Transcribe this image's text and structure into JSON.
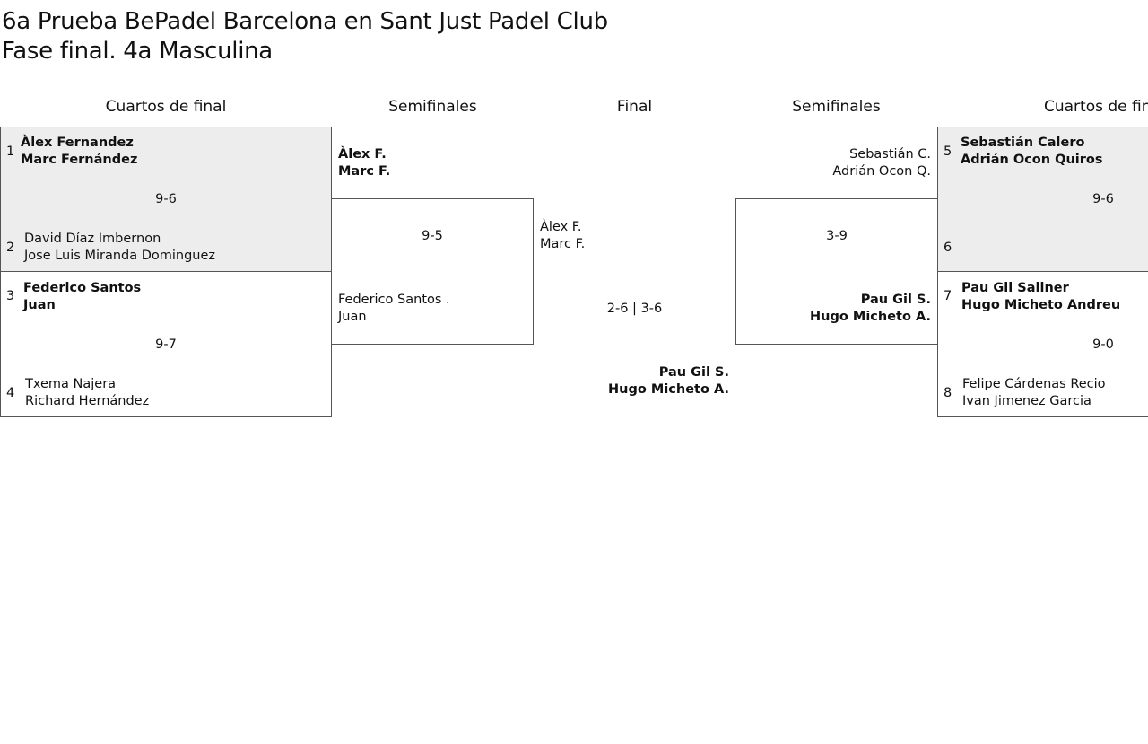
{
  "title": {
    "line1": "6a Prueba BePadel Barcelona en Sant Just Padel Club",
    "line2": "Fase final. 4a Masculina"
  },
  "headers": {
    "left_quarters": "Cuartos de final",
    "left_semis": "Semifinales",
    "final": "Final",
    "right_semis": "Semifinales",
    "right_quarters": "Cuartos de final"
  },
  "left_quarters": {
    "match1": {
      "score": "9-6",
      "team_top": {
        "seed": "1",
        "player1": "Àlex Fernandez",
        "player2": "Marc Fernández"
      },
      "team_bottom": {
        "seed": "2",
        "player1": "David Díaz Imbernon",
        "player2": "Jose Luis Miranda Dominguez"
      }
    },
    "match2": {
      "score": "9-7",
      "team_top": {
        "seed": "3",
        "player1": "Federico Santos",
        "player2": "Juan"
      },
      "team_bottom": {
        "seed": "4",
        "player1": "Txema Najera",
        "player2": "Richard Hernández"
      }
    }
  },
  "left_semis": {
    "score": "9-5",
    "team_top": {
      "player1": "Àlex F.",
      "player2": "Marc F."
    },
    "team_bottom": {
      "player1": "Federico Santos .",
      "player2": "Juan"
    }
  },
  "final": {
    "score": "2-6 | 3-6",
    "team_left": {
      "player1": "Àlex F.",
      "player2": "Marc F."
    },
    "team_right": {
      "player1": "Pau Gil S.",
      "player2": "Hugo Micheto A."
    }
  },
  "right_semis": {
    "score": "3-9",
    "team_top": {
      "player1": "Sebastián C.",
      "player2": "Adrián Ocon Q."
    },
    "team_bottom": {
      "player1": "Pau Gil S.",
      "player2": "Hugo Micheto A."
    }
  },
  "right_quarters": {
    "match1": {
      "score": "9-6",
      "team_top": {
        "seed": "5",
        "player1": "Sebastián Calero",
        "player2": "Adrián Ocon Quiros"
      },
      "team_bottom": {
        "seed": "6"
      }
    },
    "match2": {
      "score": "9-0",
      "team_top": {
        "seed": "7",
        "player1": "Pau Gil Saliner",
        "player2": "Hugo Micheto Andreu"
      },
      "team_bottom": {
        "seed": "8",
        "player1": "Felipe Cárdenas Recio",
        "player2": "Ivan Jimenez Garcia"
      }
    }
  }
}
